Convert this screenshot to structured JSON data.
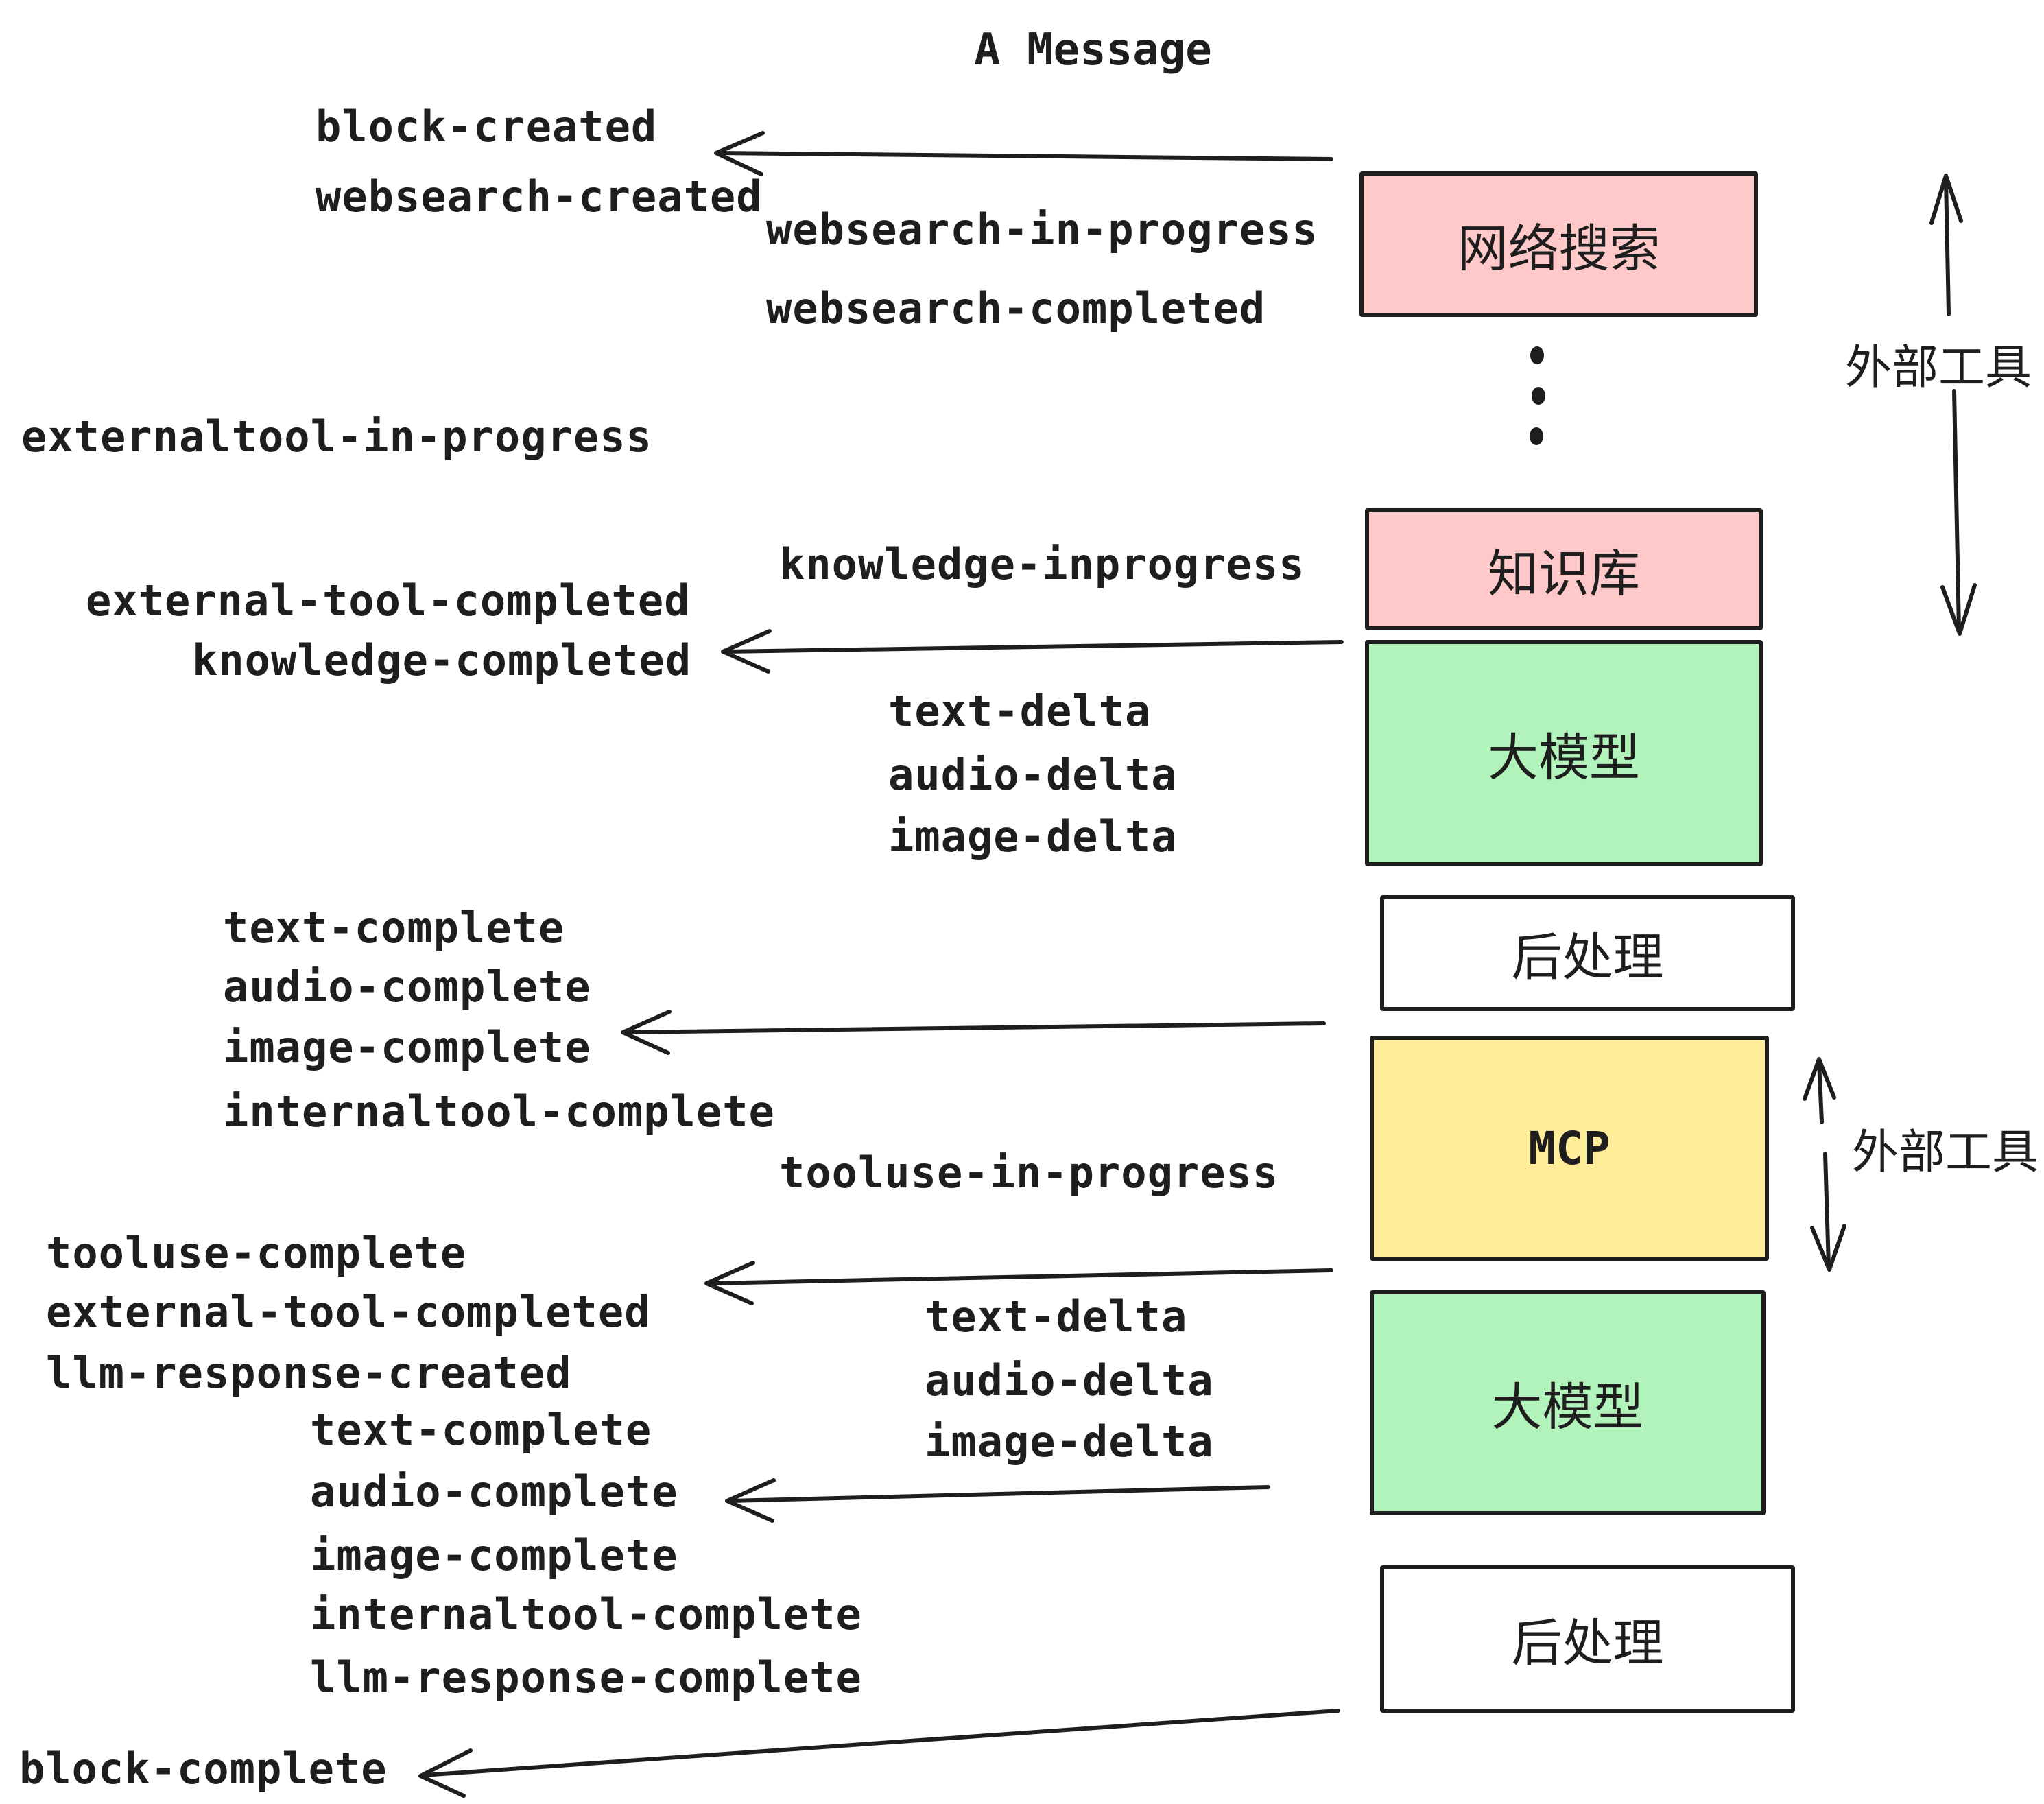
{
  "title": "A Message",
  "colors": {
    "pink": "#ffc9c9",
    "green": "#b2f2bb",
    "yellow": "#ffec99",
    "white": "#ffffff",
    "ink": "#1e1e1e"
  },
  "boxes": {
    "websearch": {
      "label": "网络搜索"
    },
    "knowledge": {
      "label": "知识库"
    },
    "llm_top": {
      "label": "大模型"
    },
    "post_top": {
      "label": "后处理"
    },
    "mcp": {
      "label": "MCP"
    },
    "llm_bottom": {
      "label": "大模型"
    },
    "post_bottom": {
      "label": "后处理"
    }
  },
  "side_labels": {
    "external_tools_top": "外部工具",
    "external_tools_mcp": "外部工具"
  },
  "events": {
    "block_created": "block-created",
    "websearch_created": "websearch-created",
    "websearch_in_progress": "websearch-in-progress",
    "websearch_completed": "websearch-completed",
    "externaltool_in_progress": "externaltool-in-progress",
    "knowledge_inprogress": "knowledge-inprogress",
    "external_tool_completed_1": "external-tool-completed",
    "knowledge_completed": "knowledge-completed",
    "text_delta_1": "text-delta",
    "audio_delta_1": "audio-delta",
    "image_delta_1": "image-delta",
    "text_complete_1": "text-complete",
    "audio_complete_1": "audio-complete",
    "image_complete_1": "image-complete",
    "internaltool_complete_1": "internaltool-complete",
    "tooluse_in_progress": "tooluse-in-progress",
    "tooluse_complete": "tooluse-complete",
    "external_tool_completed_2": "external-tool-completed",
    "llm_response_created": "llm-response-created",
    "text_complete_2": "text-complete",
    "audio_complete_2": "audio-complete",
    "image_complete_2": "image-complete",
    "internaltool_complete_2": "internaltool-complete",
    "llm_response_complete": "llm-response-complete",
    "text_delta_2": "text-delta",
    "audio_delta_2": "audio-delta",
    "image_delta_2": "image-delta",
    "block_complete": "block-complete"
  }
}
